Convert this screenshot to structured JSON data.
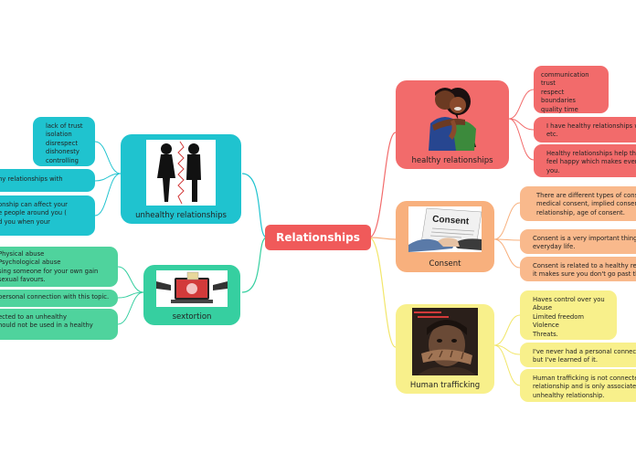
{
  "central": {
    "label": "Relationships"
  },
  "branches": {
    "healthy": {
      "label": "healthy relationships",
      "items": [
        [
          "communication",
          "trust",
          "respect",
          "boundaries",
          "quality time"
        ],
        [
          "I have healthy relationships w",
          "etc."
        ],
        [
          "Healthy relationships help th",
          "feel happy which makes ever",
          "you."
        ]
      ]
    },
    "consent": {
      "label": "Consent",
      "image_text": "Consent",
      "items": [
        [
          "There are different types of cons",
          "medical consent, implied consen",
          "relationship, age of consent."
        ],
        [
          "Consent is a very important thing",
          "everyday life."
        ],
        [
          "Consent is related to a healthy rel",
          "it makes sure you don't go past th"
        ]
      ]
    },
    "trafficking": {
      "label": "Human trafficking",
      "items": [
        [
          "Haves control over you",
          "Abuse",
          "Limited freedom",
          "Violence",
          "Threats."
        ],
        [
          "I've never had a personal connect",
          "but I've learned of it."
        ],
        [
          "Human trafficking is not connecte",
          "relationship and is only associate",
          "unhealthy relationship."
        ]
      ]
    },
    "unhealthy": {
      "label": "unhealthy relationships",
      "items": [
        [
          "lack of trust",
          "isolation",
          "disrespect",
          "dishonesty",
          "controlling"
        ],
        [
          "hy relationships with"
        ],
        [
          "onship can affect your",
          "e people around you (",
          "d you when your"
        ]
      ]
    },
    "sextortion": {
      "label": "sextortion",
      "items": [
        [
          "Physical abuse",
          "Psychological abuse",
          "sing someone for your own gain",
          "sexual favours."
        ],
        [
          "personal connection with this topic."
        ],
        [
          "ected to an unhealthy",
          "hould not be used in a healthy"
        ]
      ]
    }
  },
  "colors": {
    "central": "#f05a5a",
    "healthy": "#f26b6b",
    "consent": "#f8b07d",
    "trafficking": "#f8f08b",
    "unhealthy": "#1fc3cf",
    "sextortion": "#4fd39d"
  }
}
